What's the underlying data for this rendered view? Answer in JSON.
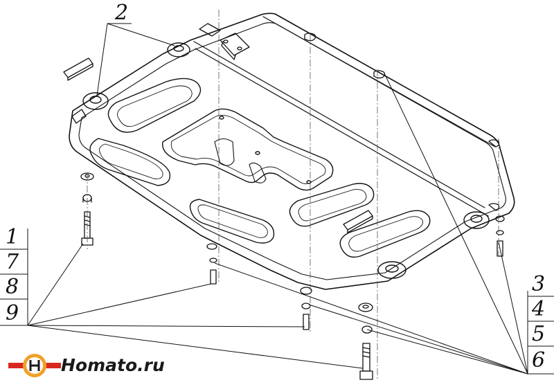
{
  "callouts": {
    "top": "2",
    "left": [
      "1",
      "7",
      "8",
      "9"
    ],
    "right": [
      "3",
      "4",
      "5",
      "6"
    ]
  },
  "logo": {
    "text": "Нomato.ru",
    "colors": {
      "red": "#d8281e",
      "orange": "#f0a12a",
      "dark": "#1a1a1a"
    }
  }
}
